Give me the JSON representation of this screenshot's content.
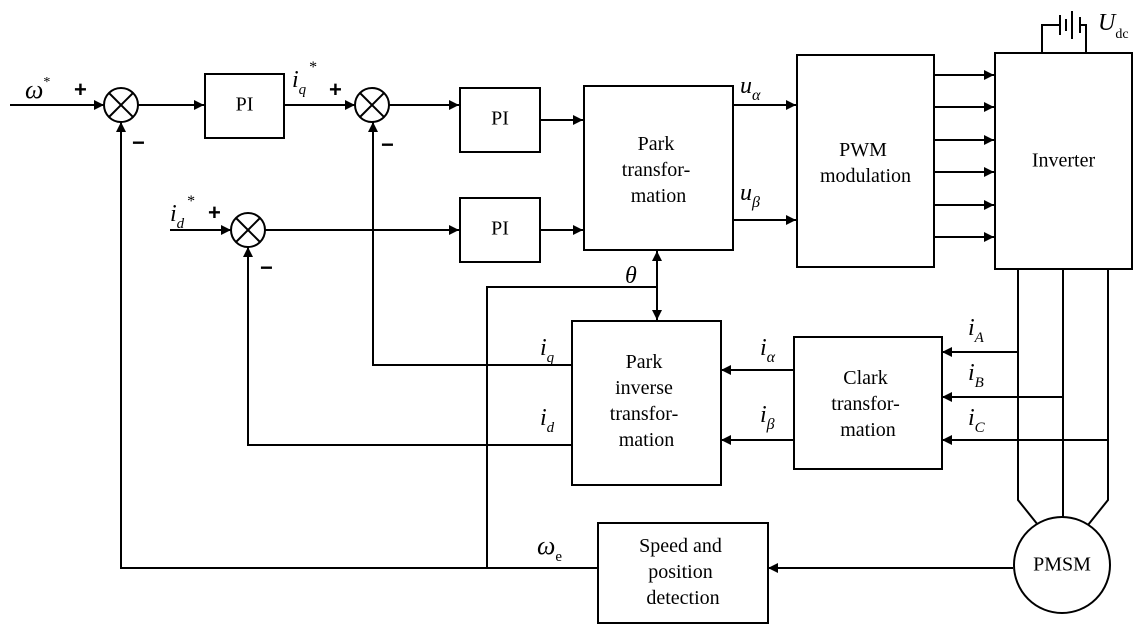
{
  "blocks": {
    "pi_speed": "PI",
    "pi_q": "PI",
    "pi_d": "PI",
    "park": [
      "Park",
      "transfor-",
      "mation"
    ],
    "pwm": [
      "PWM",
      "modulation"
    ],
    "inverter": "Inverter",
    "park_inverse": [
      "Park",
      "inverse",
      "transfor-",
      "mation"
    ],
    "clark": [
      "Clark",
      "transfor-",
      "mation"
    ],
    "speed_detect": [
      "Speed and",
      "position",
      "detection"
    ],
    "pmsm": "PMSM"
  },
  "signals": {
    "omega_ref": {
      "base": "ω",
      "sup": "*"
    },
    "iq_ref": {
      "base": "i",
      "sub": "q",
      "sup": "*"
    },
    "id_ref": {
      "base": "i",
      "sub": "d",
      "sup": "*"
    },
    "u_alpha": {
      "base": "u",
      "sub": "α"
    },
    "u_beta": {
      "base": "u",
      "sub": "β"
    },
    "theta": {
      "base": "θ"
    },
    "iq_fb": {
      "base": "i",
      "sub": "q"
    },
    "id_fb": {
      "base": "i",
      "sub": "d"
    },
    "i_alpha": {
      "base": "i",
      "sub": "α"
    },
    "i_beta": {
      "base": "i",
      "sub": "β"
    },
    "i_A": {
      "base": "i",
      "sub": "A"
    },
    "i_B": {
      "base": "i",
      "sub": "B"
    },
    "i_C": {
      "base": "i",
      "sub": "C"
    },
    "omega_e": {
      "base": "ω",
      "sub": "e"
    },
    "udc": {
      "base": "U",
      "sub": "dc"
    }
  },
  "signs": {
    "plus": "+",
    "minus": "−"
  }
}
